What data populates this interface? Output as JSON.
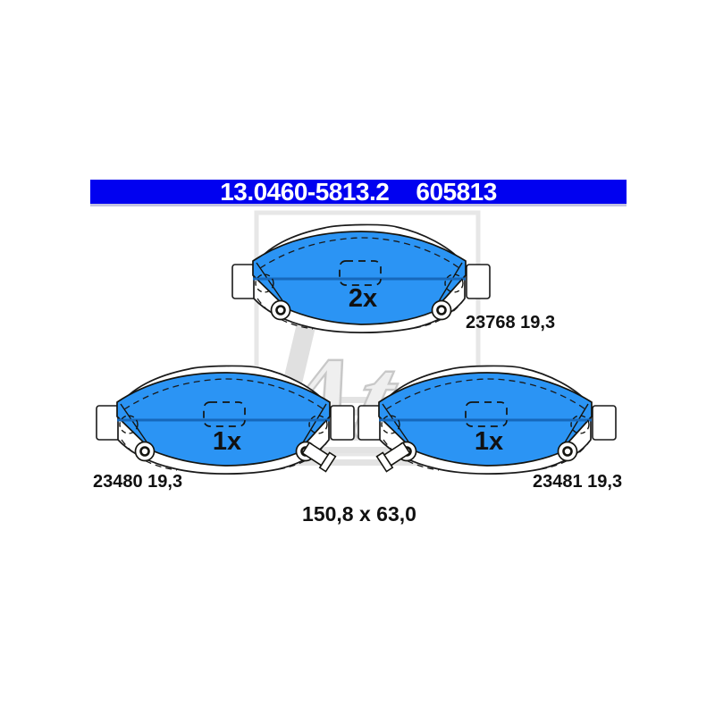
{
  "header": {
    "catalog_number": "13.0460-5813.2",
    "article_number": "605813"
  },
  "watermark": {
    "brand_text": "Ate",
    "registered_mark": "®"
  },
  "pads": [
    {
      "position": "top",
      "quantity_label": "2x",
      "id_label": "23768 19,3"
    },
    {
      "position": "bottom-left",
      "quantity_label": "1x",
      "id_label": "23480 19,3"
    },
    {
      "position": "bottom-right",
      "quantity_label": "1x",
      "id_label": "23481 19,3"
    }
  ],
  "dimensions_label": "150,8 x 63,0",
  "colors": {
    "header_bar": "#0101f0",
    "pad_fill": "#2b94f4",
    "pad_mid_line": "#1668bb",
    "outline": "#1a1a1a",
    "watermark_gray": "#e3e3e3"
  }
}
